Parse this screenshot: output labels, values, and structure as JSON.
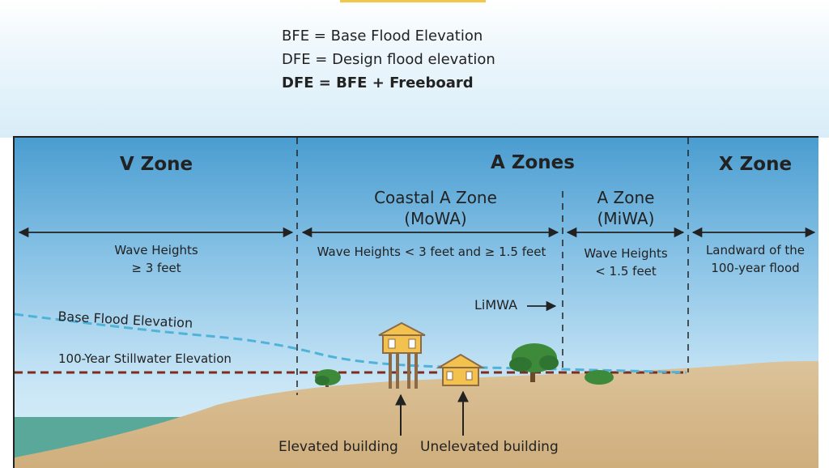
{
  "definitions": {
    "line1": "BFE = Base Flood Elevation",
    "line2": "DFE = Design flood elevation",
    "line3": "DFE = BFE + Freeboard"
  },
  "zones": {
    "v_zone": "V Zone",
    "a_zones": "A Zones",
    "x_zone": "X Zone",
    "coastal_a_line1": "Coastal A Zone",
    "coastal_a_line2": "(MoWA)",
    "a_zone_line1": "A Zone",
    "a_zone_line2": "(MiWA)"
  },
  "wave_notes": {
    "v_line1": "Wave Heights",
    "v_line2": "≥ 3 feet",
    "coastal": "Wave Heights < 3 feet and ≥ 1.5 feet",
    "a_line1": "Wave Heights",
    "a_line2": "< 1.5 feet",
    "x_line1": "Landward of the",
    "x_line2": "100-year flood"
  },
  "labels": {
    "limwa": "LiMWA",
    "base_flood_elevation": "Base Flood Elevation",
    "stillwater": "100-Year Stillwater Elevation",
    "elevated_building": "Elevated building",
    "unelevated_building": "Unelevated building"
  },
  "colors": {
    "sky_top": "#4a9dd0",
    "ground": "#d9bd92",
    "ocean": "#5aa89a",
    "bfe_line": "#4fb3d9",
    "stillwater_line": "#7a2e22",
    "house_fill": "#f2c14e",
    "tree": "#3d8a3a"
  }
}
